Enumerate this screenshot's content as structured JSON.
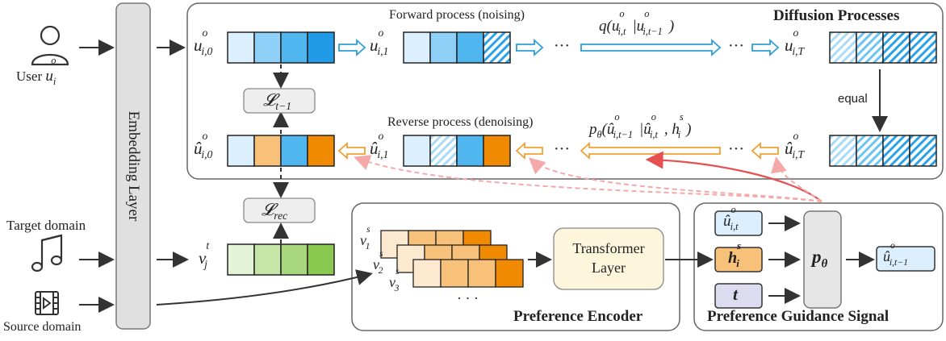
{
  "inputs": {
    "user_label": "User",
    "user_symbol": "u",
    "user_sub": "i",
    "user_sup": "o",
    "target_domain": "Target domain",
    "source_domain": "Source domain"
  },
  "embedding_layer": "Embedding Layer",
  "diffusion": {
    "title": "Diffusion Processes",
    "forward_label": "Forward process (noising)",
    "reverse_label": "Reverse process (denoising)",
    "equal_label": "equal",
    "forward_formula": "q(u^o_{i,t} | u^o_{i,t−1})",
    "reverse_formula": "p_θ(û^o_{i,t−1} | û^o_{i,t}, h^s_i)",
    "ellipsis": "···"
  },
  "losses": {
    "l_t1": "L_{t−1}",
    "l_rec": "L_rec"
  },
  "preference_encoder": {
    "title": "Preference Encoder",
    "transformer": [
      "Transformer",
      "Layer"
    ],
    "ellipsis": "· · ·"
  },
  "guidance": {
    "title": "Preference Guidance Signal",
    "inputs": [
      "û^o_{i,t}",
      "h^s_i",
      "t"
    ],
    "p_theta": "p_θ",
    "output": "û^o_{i,t−1}"
  },
  "colors": {
    "blue_light": "#dcefff",
    "blue_mid": "#8fd0f8",
    "blue_mid2": "#4fb6f0",
    "blue_dark": "#1f9be8",
    "orange_light": "#fde9cf",
    "orange_mid": "#f8c17a",
    "orange_dark": "#f08a00",
    "green_light": "#e3f3d6",
    "green_mid": "#c5e6a7",
    "green_mid2": "#a8d77f",
    "green_dark": "#8ac94f",
    "forward_arrow": "#2e9fd8",
    "reverse_arrow": "#f0a030",
    "guidance_arrow": "#e65050",
    "guidance_arrow_faded": "#f4a8a8",
    "panel_fill": "#ffffff",
    "panel_border": "#666666",
    "embed_fill": "#e0e0e0",
    "transformer_fill": "#fdf6dc",
    "ptheta_fill": "#e6e6e6"
  }
}
